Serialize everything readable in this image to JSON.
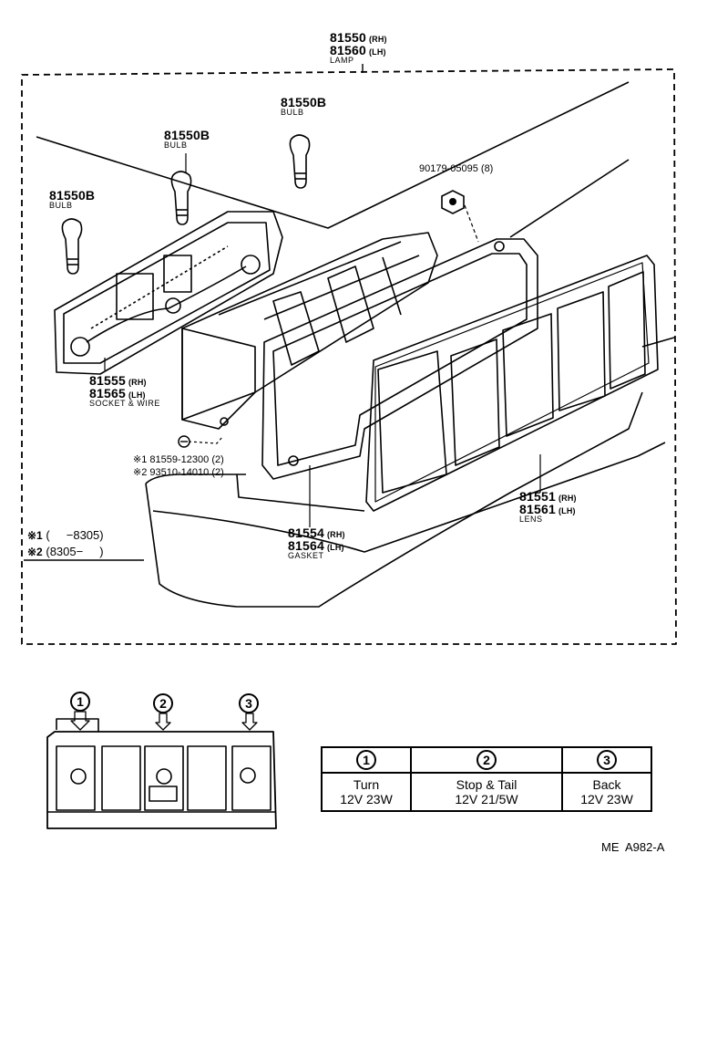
{
  "lamp": {
    "part_rh": "81550",
    "part_lh": "81560",
    "suffix_rh": "(RH)",
    "suffix_lh": "(LH)",
    "name": "LAMP"
  },
  "bulbs": [
    {
      "part": "81550B",
      "name": "BULB"
    },
    {
      "part": "81550B",
      "name": "BULB"
    },
    {
      "part": "81550B",
      "name": "BULB"
    }
  ],
  "nut": {
    "part": "90179-05095",
    "qty": "(8)"
  },
  "socket": {
    "part_rh": "81555",
    "part_lh": "81565",
    "suffix_rh": "(RH)",
    "suffix_lh": "(LH)",
    "name": "SOCKET & WIRE"
  },
  "screws": [
    {
      "mark": "※1",
      "part": "81559-12300",
      "qty": "(2)"
    },
    {
      "mark": "※2",
      "part": "93510-14010",
      "qty": "(2)"
    }
  ],
  "gasket": {
    "part_rh": "81554",
    "part_lh": "81564",
    "suffix_rh": "(RH)",
    "suffix_lh": "(LH)",
    "name": "GASKET"
  },
  "lens": {
    "part_rh": "81551",
    "part_lh": "81561",
    "suffix_rh": "(RH)",
    "suffix_lh": "(LH)",
    "name": "LENS"
  },
  "notes": [
    {
      "mark": "※1",
      "text": "(     −8305)"
    },
    {
      "mark": "※2",
      "text": "(8305−     )"
    }
  ],
  "positions": [
    "1",
    "2",
    "3"
  ],
  "bulb_table": {
    "headers": [
      "1",
      "2",
      "3"
    ],
    "functions": [
      "Turn",
      "Stop & Tail",
      "Back"
    ],
    "ratings": [
      "12V 23W",
      "12V 21/5W",
      "12V 23W"
    ]
  },
  "drawing_code": "ME  A982-A"
}
